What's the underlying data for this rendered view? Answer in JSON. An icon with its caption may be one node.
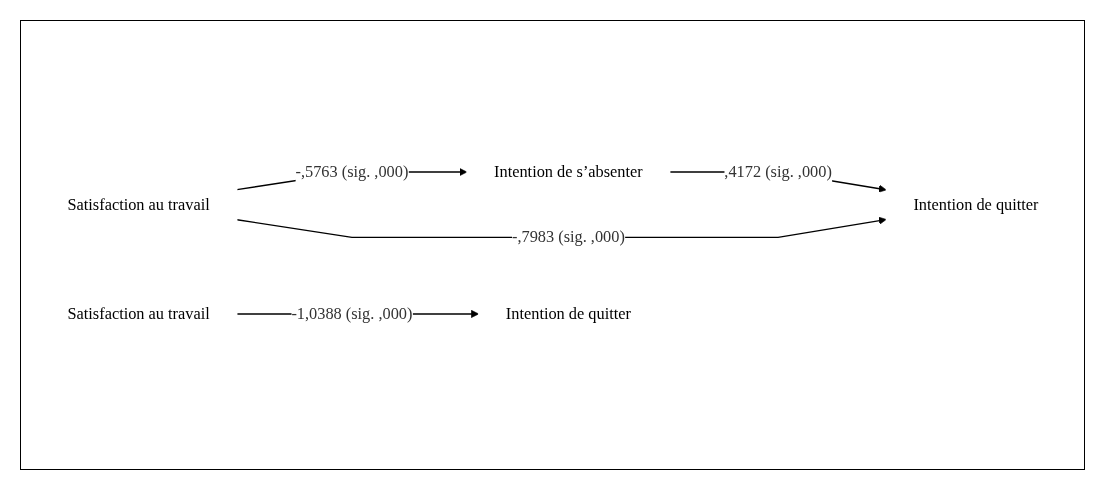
{
  "diagram": {
    "nodes": [
      {
        "text": [
          "Intention de s’absenter"
        ]
      },
      {
        "text": [
          "Satisfaction au travail"
        ]
      },
      {
        "text": [
          "Intention de quitter"
        ]
      },
      {
        "text": [
          "Satisfaction au travail"
        ]
      },
      {
        "text": [
          "Intention de quitter"
        ]
      }
    ],
    "edges": [
      {
        "from": 1,
        "to": 0,
        "arrow": "to",
        "label": "-,5763 (sig. ,000)"
      },
      {
        "from": 0,
        "to": 2,
        "arrow": "to",
        "label": ",4172 (sig. ,000)"
      },
      {
        "from": 1,
        "to": 2,
        "arrow": "to",
        "label": "-,7983 (sig. ,000)"
      },
      {
        "from": 3,
        "to": 4,
        "arrow": "to",
        "label": "-1,0388 (sig. ,000)"
      }
    ]
  }
}
